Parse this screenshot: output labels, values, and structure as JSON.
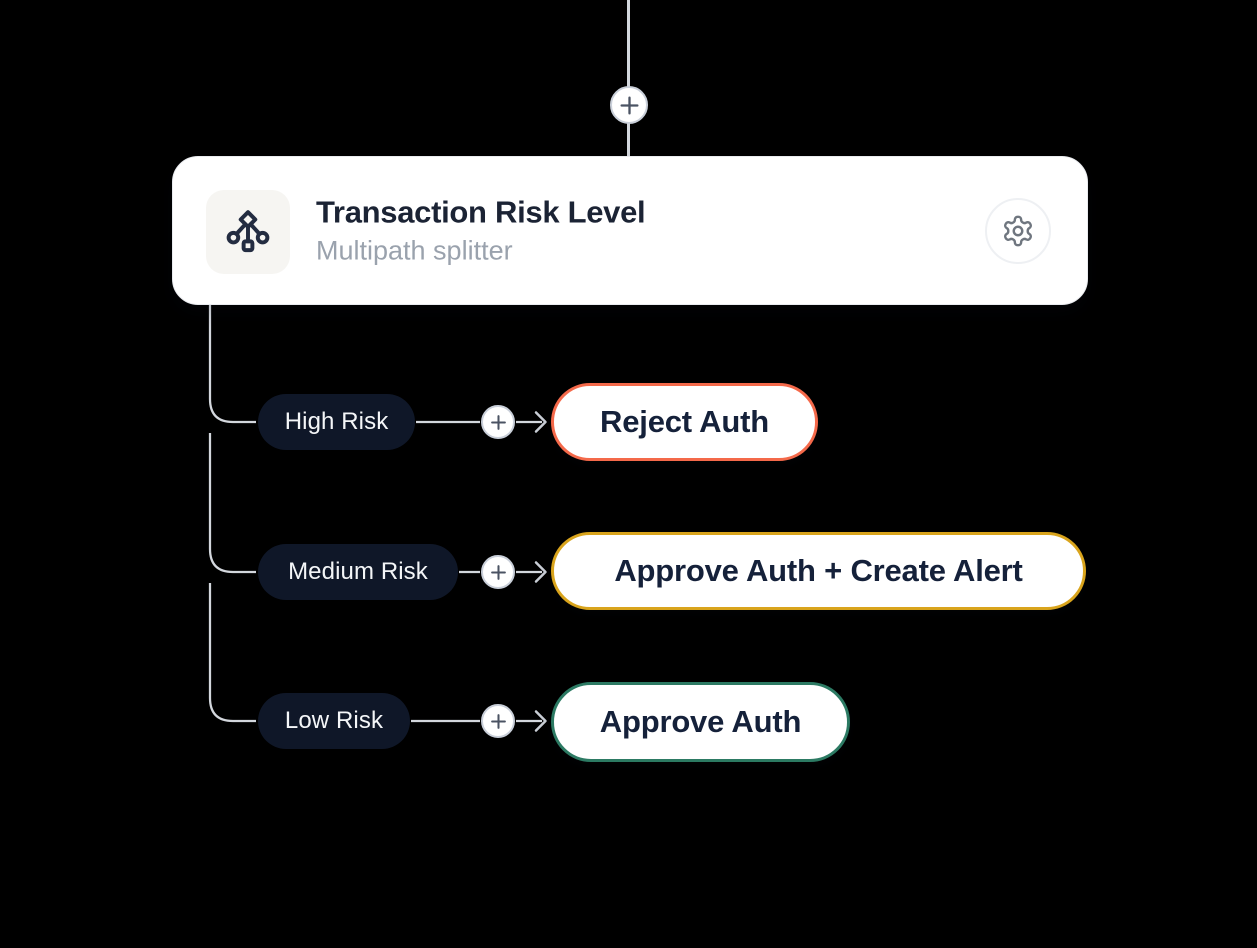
{
  "node": {
    "title": "Transaction Risk Level",
    "subtitle": "Multipath splitter",
    "icon": "split-branches-icon",
    "settings_icon": "gear-icon"
  },
  "add_buttons": {
    "icon": "plus-icon",
    "count": 4
  },
  "branches": [
    {
      "label": "High Risk",
      "outcome": "Reject Auth",
      "color": "#F4694A"
    },
    {
      "label": "Medium Risk",
      "outcome": "Approve Auth + Create Alert",
      "color": "#D9A41C"
    },
    {
      "label": "Low Risk",
      "outcome": "Approve Auth",
      "color": "#2C7A63"
    }
  ],
  "colors": {
    "canvas_bg": "#000000",
    "card_bg": "#FFFFFF",
    "branch_pill_bg": "#0F1728",
    "connector": "#D3D7DD",
    "high_risk_border": "#F4694A",
    "medium_risk_border": "#D9A41C",
    "low_risk_border": "#2C7A63"
  }
}
